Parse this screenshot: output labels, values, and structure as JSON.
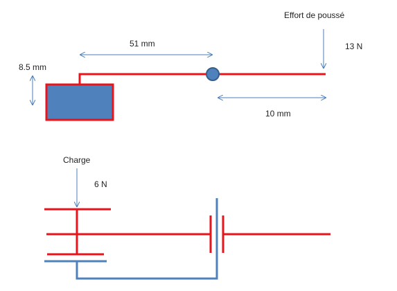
{
  "labels": {
    "push_force_title": "Effort de poussé",
    "push_force_value": "13 N",
    "distance_long": "51 mm",
    "distance_short": "10 mm",
    "height": "8.5 mm",
    "load_title": "Charge",
    "load_value": "6 N"
  },
  "colors": {
    "mechanism_red": "#e8141c",
    "body_blue": "#4f81bd",
    "body_outline": "#e8141c",
    "dimension_blue": "#4a7ebb",
    "base_blue": "#4f81bd",
    "text": "#1f1f1f"
  }
}
